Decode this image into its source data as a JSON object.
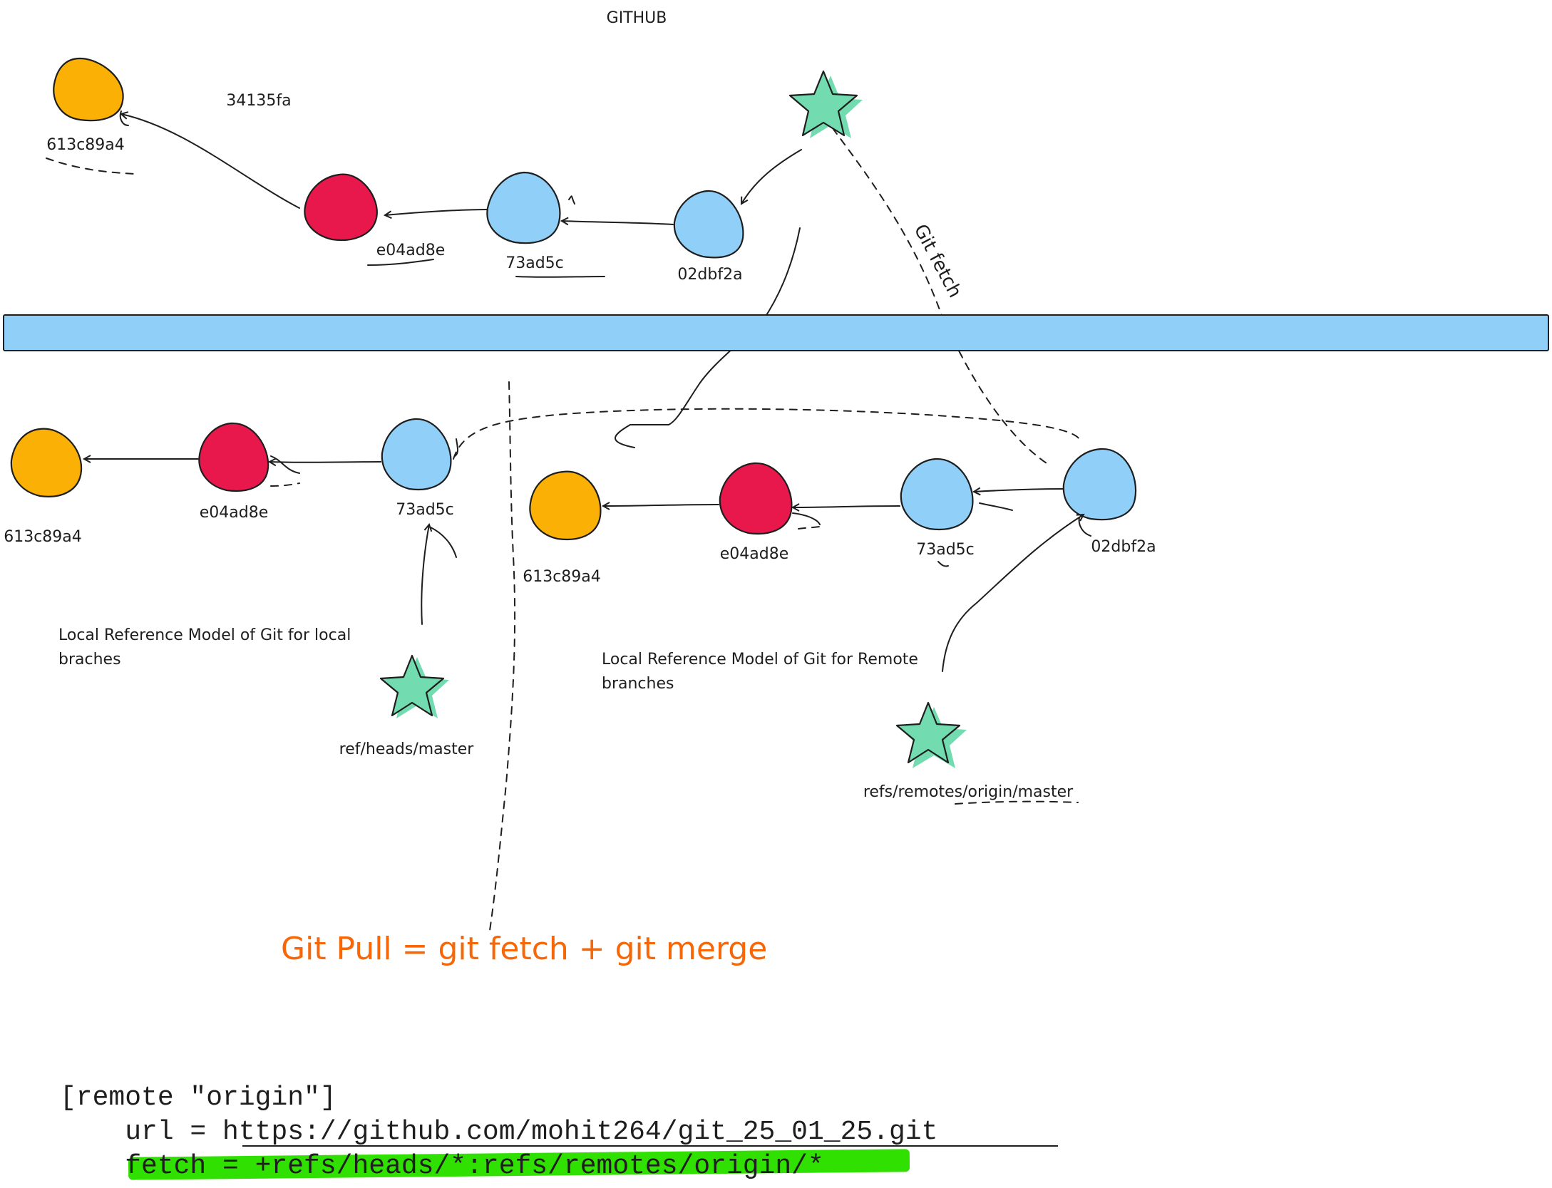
{
  "diagram": {
    "header": "GITHUB",
    "orphan_hash": "34135fa",
    "git_fetch_label": "Git fetch",
    "remote_section": {
      "commits": [
        {
          "id": "613c89a4",
          "color": "#fab005"
        },
        {
          "id": "e04ad8e",
          "color": "#e8184c"
        },
        {
          "id": "73ad5c",
          "color": "#8fcff8"
        },
        {
          "id": "02dbf2a",
          "color": "#8fcff8"
        }
      ]
    },
    "local_branches": {
      "caption_line1": "Local Reference Model of Git for local",
      "caption_line2": "braches",
      "commits": [
        {
          "id": "613c89a4",
          "color": "#fab005"
        },
        {
          "id": "e04ad8e",
          "color": "#e8184c"
        },
        {
          "id": "73ad5c",
          "color": "#8fcff8"
        }
      ],
      "ref_label": "ref/heads/master"
    },
    "remote_branches": {
      "caption_line1": "Local Reference Model of Git for Remote",
      "caption_line2": "branches",
      "commits": [
        {
          "id": "613c89a4",
          "color": "#fab005"
        },
        {
          "id": "e04ad8e",
          "color": "#e8184c"
        },
        {
          "id": "73ad5c",
          "color": "#8fcff8"
        },
        {
          "id": "02dbf2a",
          "color": "#8fcff8"
        }
      ],
      "ref_label": "refs/remotes/origin/master"
    },
    "pull_formula": "Git Pull = git fetch  + git merge",
    "config": {
      "line1": "[remote \"origin\"]",
      "line2": "    url = https://github.com/mohit264/git_25_01_25.git",
      "line3": "    fetch = +refs/heads/*:refs/remotes/origin/*"
    },
    "colors": {
      "separator_fill": "#8fcff8",
      "ref_star": "#72dbb0",
      "highlight": "#2fe000",
      "formula": "#f76707"
    }
  }
}
